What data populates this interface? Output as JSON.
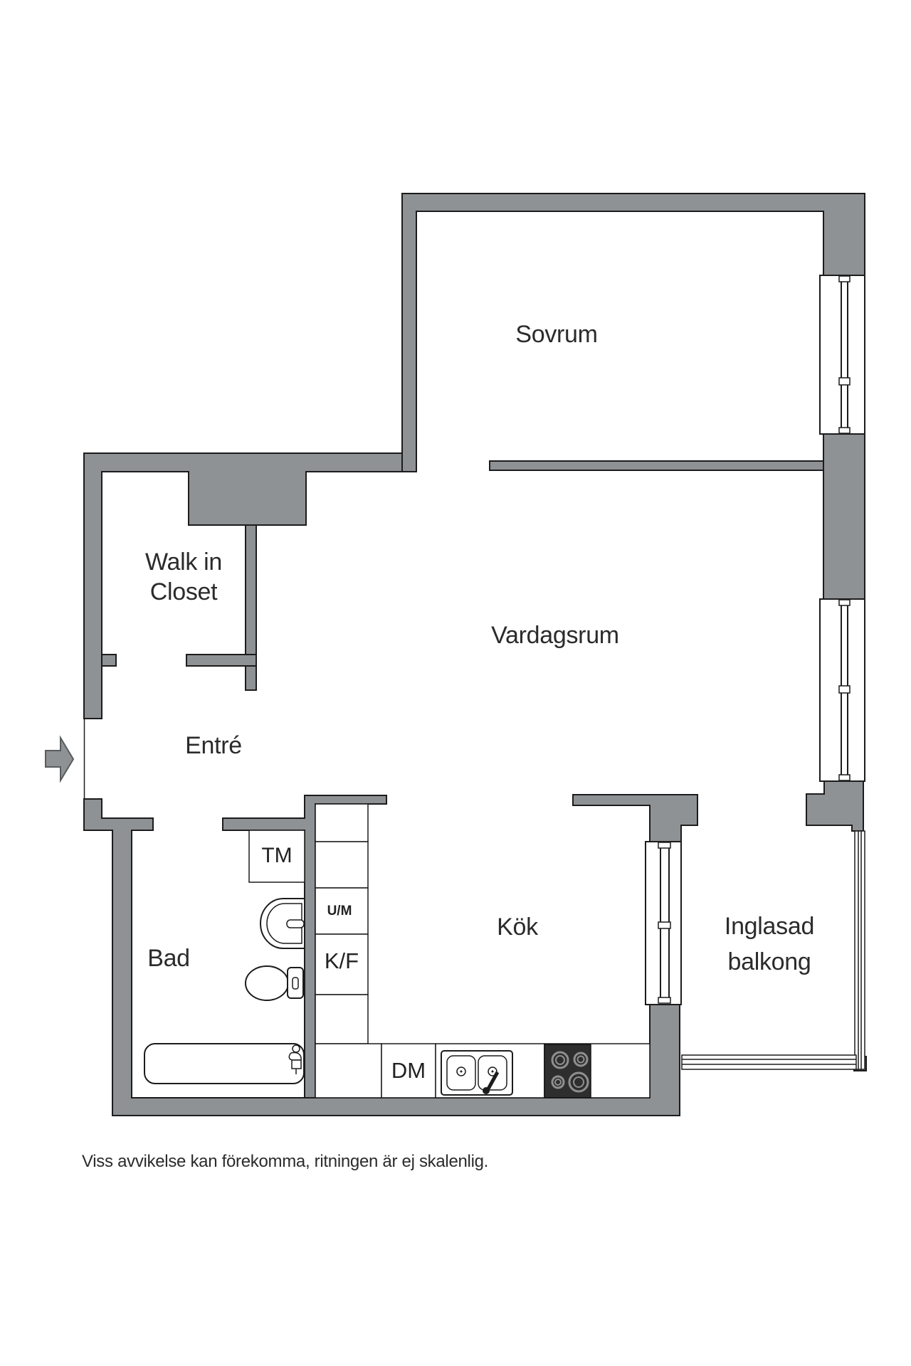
{
  "plan": {
    "title": "apartment-floor-plan",
    "colors": {
      "wall": "#8F9294",
      "outline": "#1c1c1c",
      "text": "#2b2b2b",
      "stove": "#2e2e2e"
    },
    "rooms": {
      "sovrum": {
        "label": "Sovrum"
      },
      "vardagsrum": {
        "label": "Vardagsrum"
      },
      "walk_in_closet": {
        "line1": "Walk in",
        "line2": "Closet"
      },
      "entre": {
        "label": "Entré"
      },
      "bad": {
        "label": "Bad"
      },
      "kok": {
        "label": "Kök"
      },
      "inglasad_balkong": {
        "line1": "Inglasad",
        "line2": "balkong"
      }
    },
    "fixtures": {
      "tm": {
        "label": "TM"
      },
      "um": {
        "label": "U/M"
      },
      "kf": {
        "label": "K/F"
      },
      "dm": {
        "label": "DM"
      }
    },
    "disclaimer": "Viss avvikelse kan förekomma, ritningen är ej skalenlig."
  }
}
